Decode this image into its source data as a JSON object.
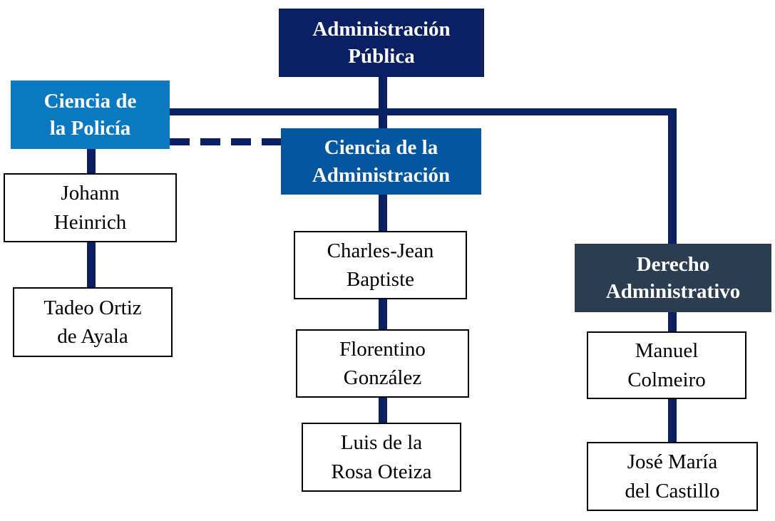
{
  "diagram": {
    "type": "org-chart",
    "background": "#ffffff",
    "palette": {
      "navy": "#0b2063",
      "azure": "#0a79c1",
      "blue": "#0556a1",
      "slate": "#2b3e51",
      "connector": "#0b2063",
      "person_border": "#000000",
      "person_bg": "#ffffff",
      "person_text": "#000000",
      "category_text": "#ffffff"
    },
    "nodes": {
      "admin_publica": {
        "label": "Administración\nPública",
        "type": "category",
        "color": "#0b2063"
      },
      "ciencia_policia": {
        "label": "Ciencia de\nla Policía",
        "type": "category",
        "color": "#0a79c1"
      },
      "ciencia_administracion": {
        "label": "Ciencia de la\nAdministración",
        "type": "category",
        "color": "#0556a1"
      },
      "derecho_administrativo": {
        "label": "Derecho\nAdministrativo",
        "type": "category",
        "color": "#2b3e51"
      },
      "johann": {
        "label": "Johann\nHeinrich",
        "type": "person"
      },
      "tadeo": {
        "label": "Tadeo Ortiz\nde Ayala",
        "type": "person"
      },
      "charles": {
        "label": "Charles-Jean\nBaptiste",
        "type": "person"
      },
      "florentino": {
        "label": "Florentino\nGonzález",
        "type": "person"
      },
      "luis": {
        "label": "Luis de la\nRosa Oteiza",
        "type": "person"
      },
      "manuel": {
        "label": "Manuel\nColmeiro",
        "type": "person"
      },
      "jose": {
        "label": "José María\ndel Castillo",
        "type": "person"
      }
    },
    "edges": [
      {
        "from": "admin_publica",
        "to": "ciencia_administracion",
        "style": "solid"
      },
      {
        "from": "ciencia_policia",
        "to": "derecho_administrativo",
        "style": "solid"
      },
      {
        "from": "ciencia_policia",
        "to": "ciencia_administracion",
        "style": "dashed"
      },
      {
        "from": "ciencia_policia",
        "to": "johann",
        "style": "solid"
      },
      {
        "from": "johann",
        "to": "tadeo",
        "style": "solid"
      },
      {
        "from": "ciencia_administracion",
        "to": "charles",
        "style": "solid"
      },
      {
        "from": "charles",
        "to": "florentino",
        "style": "solid"
      },
      {
        "from": "florentino",
        "to": "luis",
        "style": "solid"
      },
      {
        "from": "derecho_administrativo",
        "to": "manuel",
        "style": "solid"
      },
      {
        "from": "manuel",
        "to": "jose",
        "style": "solid"
      }
    ]
  }
}
